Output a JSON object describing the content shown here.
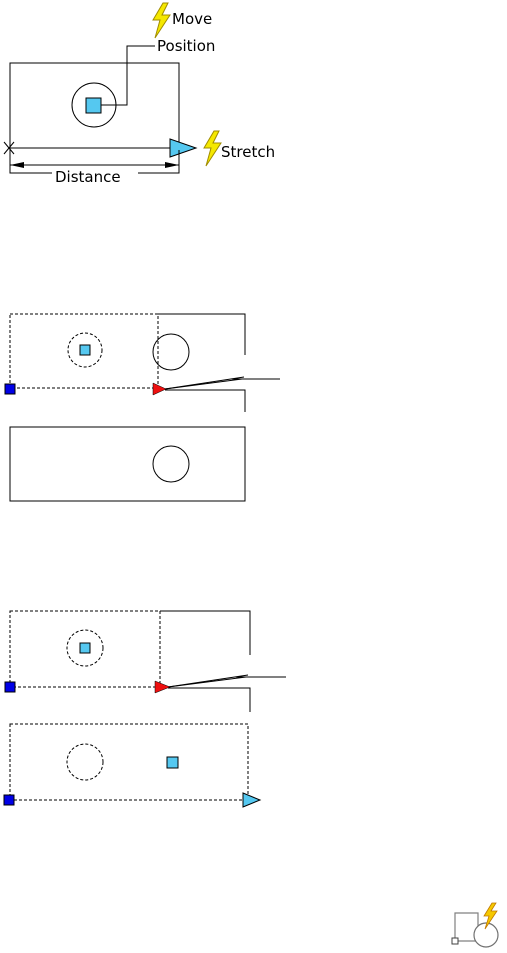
{
  "panel1": {
    "move_label": "Move",
    "position_label": "Position",
    "stretch_label": "Stretch",
    "distance_label": "Distance"
  },
  "colors": {
    "grip_cyan": "#55c8f0",
    "grip_blue": "#0000e6",
    "grip_red": "#ee1010",
    "lightning_yellow": "#f5e800",
    "lightning_outline": "#a08c00"
  },
  "icons": {
    "lightning": "lightning-bolt-icon",
    "block_icon": "dynamic-block-icon"
  }
}
